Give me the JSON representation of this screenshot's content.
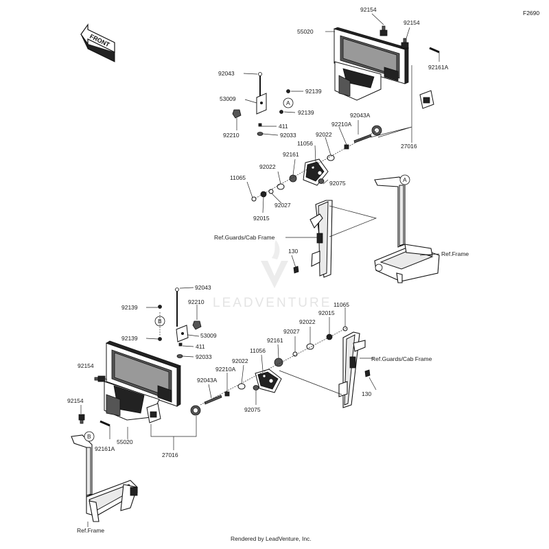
{
  "figure_code": "F2690",
  "front_arrow": "FRONT",
  "watermark": "LEADVENTURE",
  "footer": "Rendered by LeadVenture, Inc.",
  "callouts": {
    "a": "A",
    "b": "B"
  },
  "upper_labels": {
    "p92154_top": "92154",
    "p92154_right": "92154",
    "p55020": "55020",
    "p92161A": "92161A",
    "p92043": "92043",
    "p92139_a": "92139",
    "p53009": "53009",
    "p92139_b": "92139",
    "p92210": "92210",
    "p411": "411",
    "p92033": "92033",
    "p92043A": "92043A",
    "p92210A": "92210A",
    "p92022_a": "92022",
    "p11056": "11056",
    "p27016": "27016",
    "p92161": "92161",
    "p92022_b": "92022",
    "p11065": "11065",
    "p92075": "92075",
    "p92027": "92027",
    "p92015": "92015",
    "ref_guards": "Ref.Guards/Cab Frame",
    "p130": "130",
    "ref_frame": "Ref.Frame"
  },
  "lower_labels": {
    "p92043": "92043",
    "p92139_a": "92139",
    "p92210": "92210",
    "p11065": "11065",
    "p92015": "92015",
    "p53009": "53009",
    "p92022_a": "92022",
    "p92027": "92027",
    "p92139_b": "92139",
    "p411": "411",
    "p92161": "92161",
    "p11056": "11056",
    "p92033": "92033",
    "ref_guards": "Ref.Guards/Cab Frame",
    "p92022_b": "92022",
    "p92154_a": "92154",
    "p92210A": "92210A",
    "p92043A": "92043A",
    "p130": "130",
    "p92154_b": "92154",
    "p92075": "92075",
    "p55020": "55020",
    "p92161A": "92161A",
    "p27016": "27016",
    "ref_frame": "Ref.Frame"
  }
}
